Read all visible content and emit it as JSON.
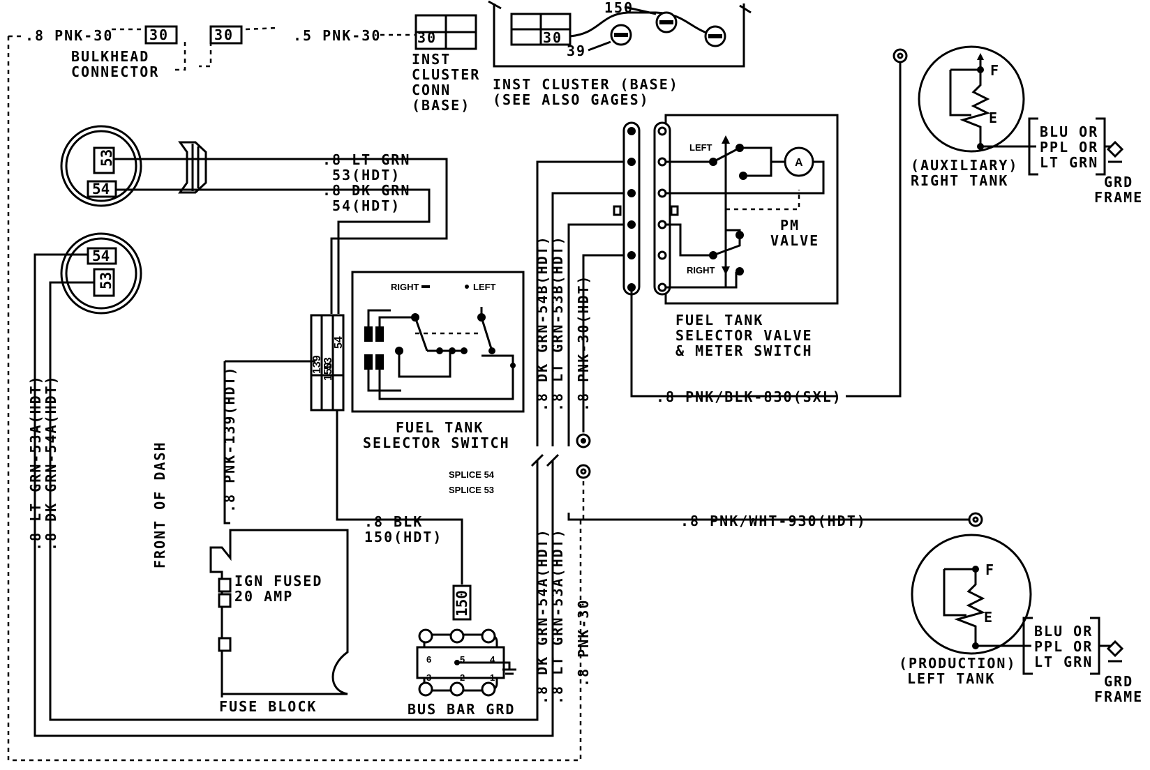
{
  "labels": {
    "pnk30_left": ".8 PNK-30",
    "pnk30_mid": ".5 PNK-30",
    "bulkhead_1": "BULKHEAD",
    "bulkhead_2": "CONNECTOR",
    "term30_a": "30",
    "term30_b": "30",
    "term30_c": "30",
    "term30_d": "30",
    "inst_conn_1": "INST",
    "inst_conn_2": "CLUSTER",
    "inst_conn_3": "CONN",
    "inst_conn_4": "(BASE)",
    "inst_base_1": "INST CLUSTER (BASE)",
    "inst_base_2": "(SEE ALSO GAGES)",
    "n150": "150",
    "n39": "39",
    "g53a": "53",
    "g54a": "54",
    "g54b": "54",
    "g53b": "53",
    "lt_grn_53": ".8 LT GRN",
    "hdt_53": "53(HDT)",
    "dk_grn_54": ".8 DK GRN",
    "hdt_54": "54(HDT)",
    "vert_lt_grn": ".8 LT GRN-53A(HDT)",
    "vert_dk_grn": ".8 DK GRN-54A(HDT)",
    "front_of_dash": "FRONT OF DASH",
    "pnk139": ".8 PNK-139(HDT)",
    "conn_139": "139",
    "conn_53": "53",
    "conn_150": "150",
    "conn_54": "54",
    "right": "RIGHT",
    "left": "LEFT",
    "selector_1": "FUEL TANK",
    "selector_2": "SELECTOR SWITCH",
    "splice54": "SPLICE 54",
    "splice53": "SPLICE 53",
    "blk_1": ".8 BLK",
    "blk_2": "150(HDT)",
    "blk_box": "150",
    "ign_1": "IGN FUSED",
    "ign_2": "20 AMP",
    "fuse_block": "FUSE BLOCK",
    "bus_bar": "BUS BAR GRD",
    "bus_1": "1",
    "bus_2": "2",
    "bus_3": "3",
    "bus_4": "4",
    "bus_5": "5",
    "bus_6": "6",
    "v_dk_54b": ".8 DK GRN-54B(HDT)",
    "v_lt_53b": ".8 LT GRN-53B(HDT)",
    "v_pnk30": ".8 PNK-30(HDT)",
    "v_dk_54a": ".8 DK GRN-54A(HDT)",
    "v_lt_53a": ".8 LT GRN-53A(HDT)",
    "v_pnk30b": ".8 PNK-30",
    "valve_left": "LEFT",
    "valve_right": "RIGHT",
    "meter_a": "A",
    "pm_1": "PM",
    "pm_2": "VALVE",
    "valve_title_1": "FUEL TANK",
    "valve_title_2": "SELECTOR VALVE",
    "valve_title_3": "& METER SWITCH",
    "pnk_blk": ".8 PNK/BLK-830(SXL)",
    "pnk_wht": ".8 PNK/WHT-930(HDT)",
    "aux_f": "F",
    "aux_e": "E",
    "aux_1": "(AUXILIARY)",
    "aux_2": "RIGHT TANK",
    "aux_col_1": "BLU OR",
    "aux_col_2": "PPL OR",
    "aux_col_3": "LT GRN",
    "aux_grd_1": "GRD",
    "aux_grd_2": "FRAME",
    "prod_f": "F",
    "prod_e": "E",
    "prod_1": "(PRODUCTION)",
    "prod_2": "LEFT TANK",
    "prod_col_1": "BLU OR",
    "prod_col_2": "PPL OR",
    "prod_col_3": "LT GRN",
    "prod_grd_1": "GRD",
    "prod_grd_2": "FRAME"
  }
}
